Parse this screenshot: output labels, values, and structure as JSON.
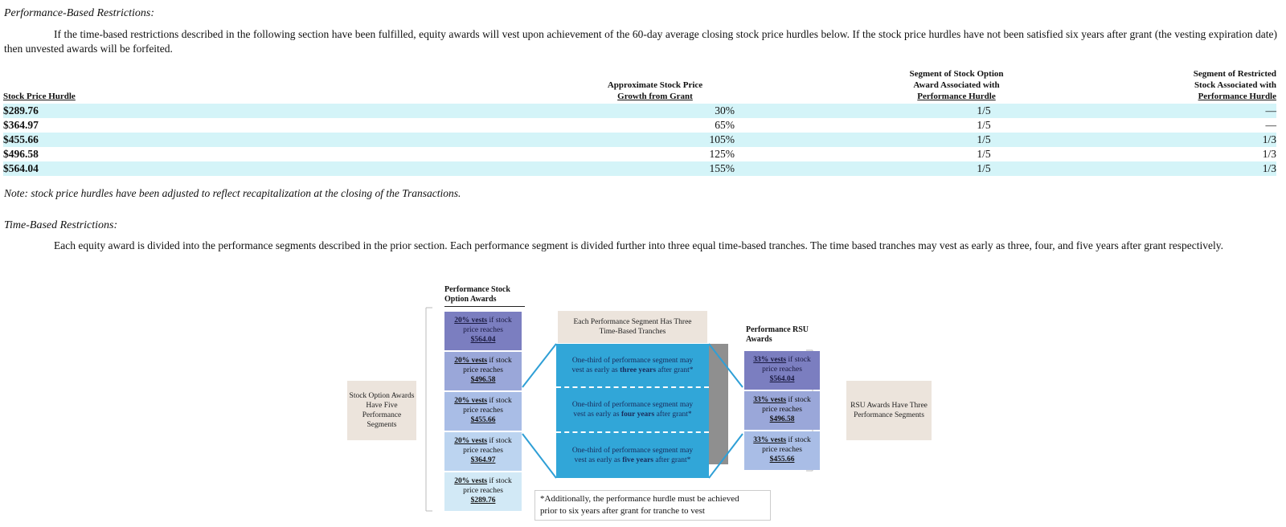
{
  "performance": {
    "heading": "Performance-Based Restrictions:",
    "paragraph": "If the time-based restrictions described in the following section have been fulfilled, equity awards will vest upon achievement of the 60-day average closing stock price hurdles below. If the stock price hurdles have not been satisfied six years after grant (the vesting expiration date) then unvested awards will be forfeited."
  },
  "table": {
    "headers": {
      "hurdle": "Stock Price Hurdle",
      "growth_l1": "Approximate Stock Price",
      "growth_l2": "Growth from Grant",
      "option_l1": "Segment of Stock Option",
      "option_l2": "Award Associated with",
      "option_l3": "Performance Hurdle",
      "restricted_l1": "Segment of Restricted",
      "restricted_l2": "Stock Associated with",
      "restricted_l3": "Performance Hurdle"
    },
    "rows": [
      {
        "hurdle": "$289.76",
        "growth": "30%",
        "option": "1/5",
        "restricted": "—"
      },
      {
        "hurdle": "$364.97",
        "growth": "65%",
        "option": "1/5",
        "restricted": "—"
      },
      {
        "hurdle": "$455.66",
        "growth": "105%",
        "option": "1/5",
        "restricted": "1/3"
      },
      {
        "hurdle": "$496.58",
        "growth": "125%",
        "option": "1/5",
        "restricted": "1/3"
      },
      {
        "hurdle": "$564.04",
        "growth": "155%",
        "option": "1/5",
        "restricted": "1/3"
      }
    ],
    "note": "Note: stock price hurdles have been adjusted to reflect recapitalization at the closing of the Transactions."
  },
  "time": {
    "heading": "Time-Based Restrictions:",
    "paragraph": "Each equity award is divided into the performance segments described in the prior section. Each performance segment is divided further into three equal time-based tranches. The time based tranches may vest as early as three, four, and five years after grant respectively."
  },
  "diagram": {
    "left_label": "Stock Option Awards Have Five Performance Segments",
    "option_header_l1": "Performance Stock",
    "option_header_l2": "Option Awards",
    "option_boxes": [
      {
        "pct": "20% vests",
        "rest": " if stock",
        "line2": "price reaches",
        "price": "$564.04"
      },
      {
        "pct": "20% vests",
        "rest": " if stock",
        "line2": "price reaches",
        "price": "$496.58"
      },
      {
        "pct": "20% vests",
        "rest": " if stock",
        "line2": "price reaches",
        "price": "$455.66"
      },
      {
        "pct": "20% vests",
        "rest": " if stock",
        "line2": "price reaches",
        "price": "$364.97"
      },
      {
        "pct": "20% vests",
        "rest": " if stock",
        "line2": "price reaches",
        "price": "$289.76"
      }
    ],
    "middle_title_l1": "Each Performance Segment Has Three",
    "middle_title_l2": "Time-Based Tranches",
    "tranches": [
      {
        "l1": "One-third of performance segment may",
        "pre": "vest as early as ",
        "bold": "three years",
        "post": " after grant*"
      },
      {
        "l1": "One-third of performance segment may",
        "pre": "vest as early as ",
        "bold": "four years",
        "post": " after grant*"
      },
      {
        "l1": "One-third of performance segment may",
        "pre": "vest as early as ",
        "bold": "five years",
        "post": " after grant*"
      }
    ],
    "footnote_l1": "*Additionally, the performance hurdle must be achieved",
    "footnote_l2": "prior to six years after grant for tranche to vest",
    "rsu_header_l1": "Performance RSU",
    "rsu_header_l2": "Awards",
    "rsu_boxes": [
      {
        "pct": "33% vests",
        "rest": " if stock",
        "line2": "price reaches",
        "price": "$564.04"
      },
      {
        "pct": "33% vests",
        "rest": " if stock",
        "line2": "price reaches",
        "price": "$496.58"
      },
      {
        "pct": "33% vests",
        "rest": " if stock",
        "line2": "price reaches",
        "price": "$455.66"
      }
    ],
    "right_label": "RSU Awards Have Three Performance Segments"
  }
}
